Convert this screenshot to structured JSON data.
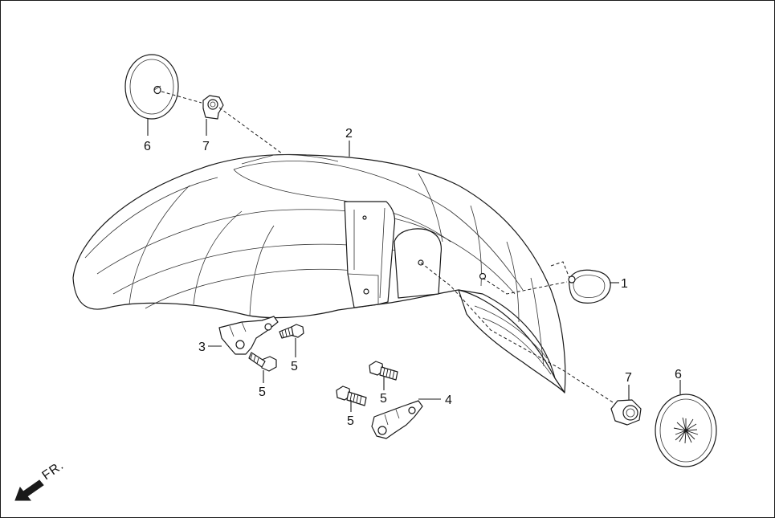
{
  "callouts": {
    "c1": "1",
    "c2": "2",
    "c3": "3",
    "c4": "4",
    "c5a": "5",
    "c5b": "5",
    "c5c": "5",
    "c5d": "5",
    "c6a": "6",
    "c6b": "6",
    "c7a": "7",
    "c7b": "7"
  },
  "direction": {
    "label": "FR.",
    "icon": "front-direction-arrow-icon"
  },
  "colors": {
    "line": "#1a1a1a",
    "background": "#ffffff"
  }
}
